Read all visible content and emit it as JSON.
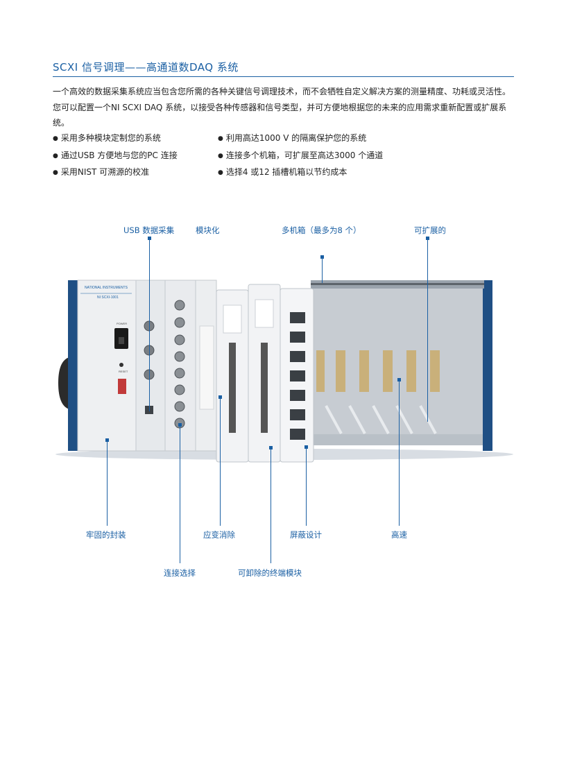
{
  "header": {
    "title": "SCXI 信号调理——高通道数DAQ 系统"
  },
  "intro": {
    "paragraph": "一个高效的数据采集系统应当包含您所需的各种关键信号调理技术，而不会牺牲自定义解决方案的测量精度、功耗或灵活性。您可以配置一个NI SCXI DAQ 系统，以接受各种传感器和信号类型，并可方便地根据您的未来的应用需求重新配置或扩展系统。"
  },
  "bullets": {
    "left": [
      "采用多种模块定制您的系统",
      "通过USB 方便地与您的PC 连接",
      "采用NIST 可溯源的校准"
    ],
    "right": [
      "利用高达1000 V 的隔离保护您的系统",
      "连接多个机箱，可扩展至高达3000 个通道",
      "选择4 或12 插槽机箱以节约成本"
    ]
  },
  "callouts": {
    "usb_daq": "USB 数据采集",
    "modular": "模块化",
    "multi_chassis": "多机箱（最多为8 个）",
    "expandable": "可扩展的",
    "rugged": "牢固的封装",
    "strain_relief": "应变消除",
    "shielded": "屏蔽设计",
    "high_speed": "高速",
    "connectivity": "连接选择",
    "terminal_block": "可卸除的终端模块"
  },
  "product": {
    "brand": "NATIONAL INSTRUMENTS",
    "model": "NI SCXI-1001",
    "power_label": "POWER",
    "reset_label": "RESET"
  },
  "colors": {
    "accent": "#1a5fa3",
    "chassis_blue": "#1f4f84"
  }
}
